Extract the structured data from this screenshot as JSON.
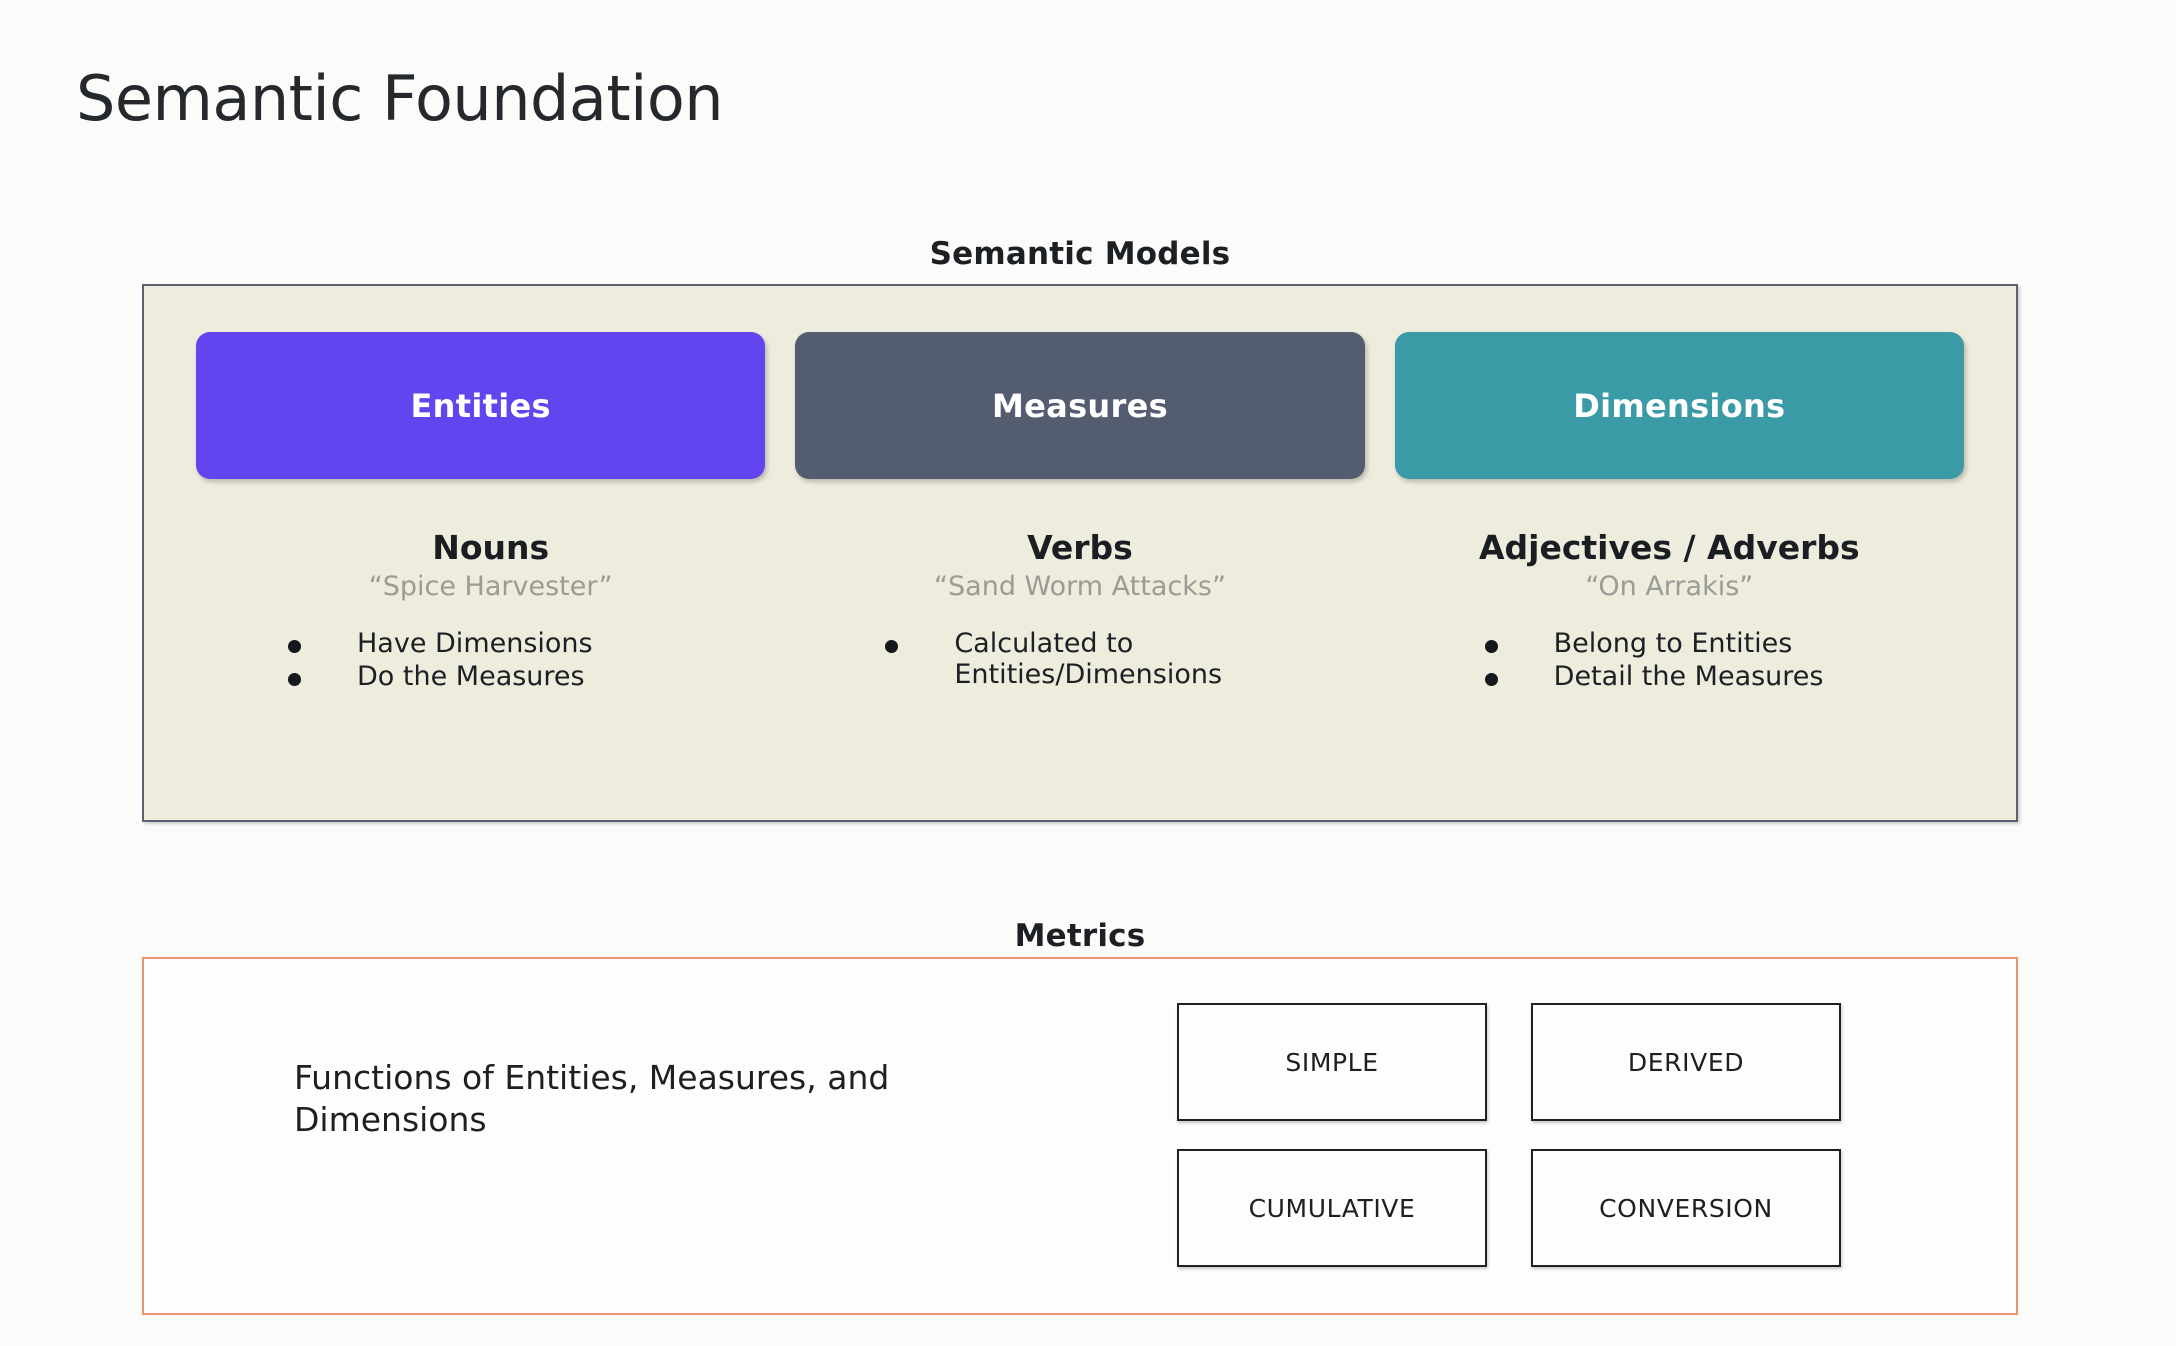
{
  "page": {
    "title": "Semantic Foundation",
    "background_color": "#fbfcfa"
  },
  "semantic_models": {
    "heading": "Semantic Models",
    "panel_background": "#eeecdd",
    "panel_border_color": "#5a6270",
    "columns": [
      {
        "chip_label": "Entities",
        "chip_color": "#6245ee",
        "part_of_speech": "Nouns",
        "example": "“Spice Harvester”",
        "bullets": [
          "Have Dimensions",
          "Do the Measures"
        ]
      },
      {
        "chip_label": "Measures",
        "chip_color": "#545c70",
        "part_of_speech": "Verbs",
        "example": "“Sand Worm Attacks”",
        "bullets": [
          "Calculated to Entities/Dimensions"
        ]
      },
      {
        "chip_label": "Dimensions",
        "chip_color": "#3a9aa6",
        "part_of_speech": "Adjectives / Adverbs",
        "example": "“On Arrakis”",
        "bullets": [
          "Belong to Entities",
          "Detail the Measures"
        ]
      }
    ]
  },
  "metrics": {
    "heading": "Metrics",
    "panel_border_color": "#e89173",
    "description": "Functions of Entities, Measures, and Dimensions",
    "types": [
      "SIMPLE",
      "DERIVED",
      "CUMULATIVE",
      "CONVERSION"
    ]
  }
}
